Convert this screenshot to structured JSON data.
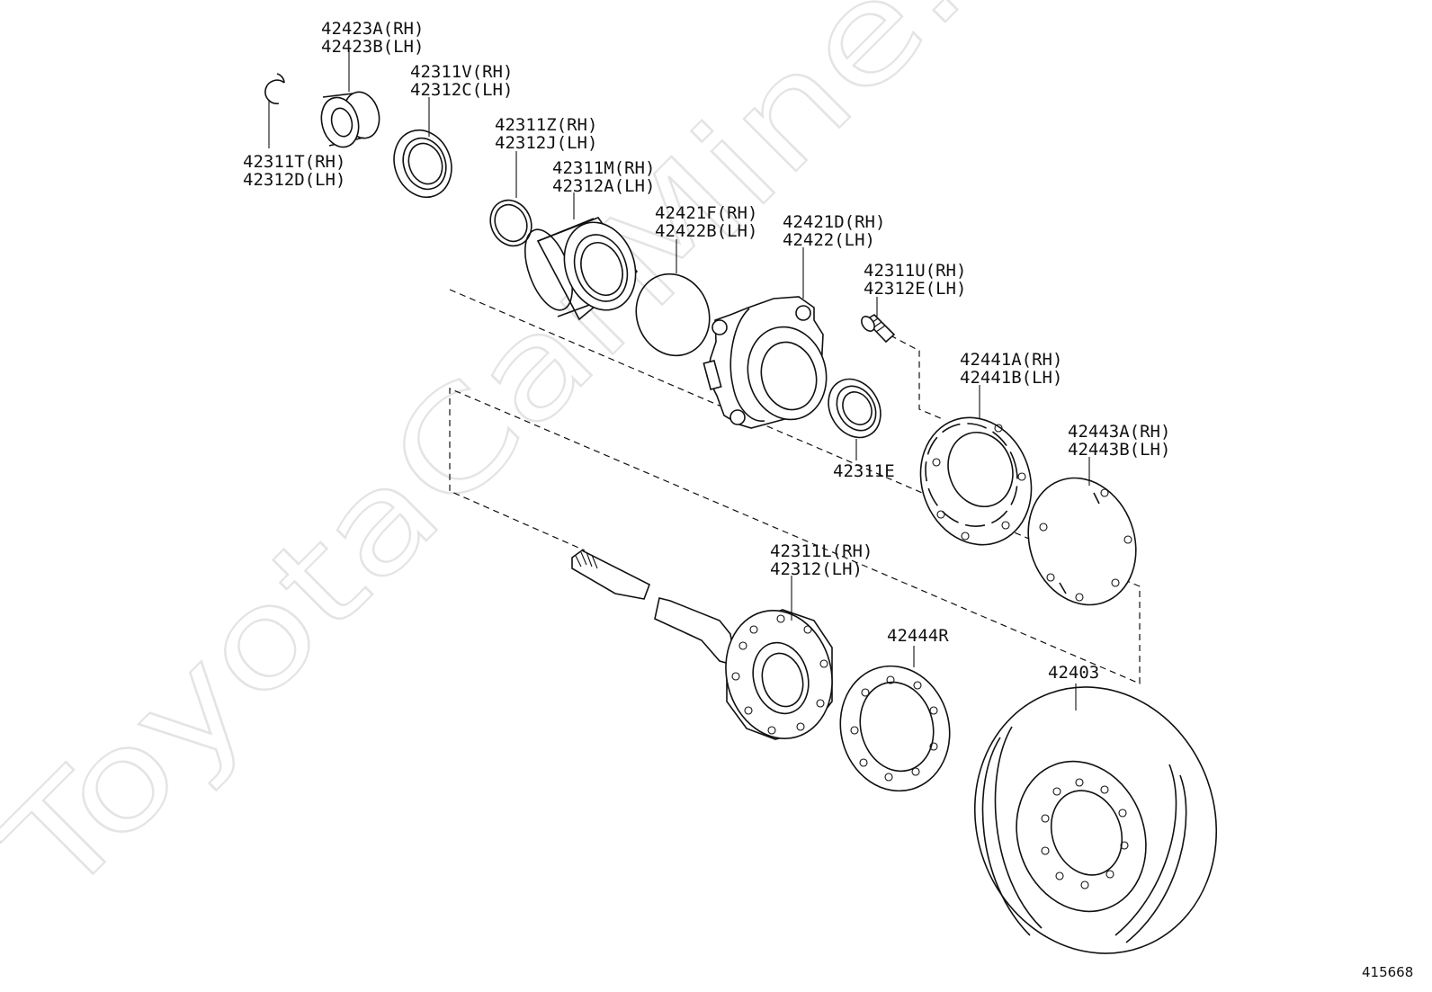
{
  "watermark": "ToyotaCarMine.ru",
  "diagram_id": "415668",
  "parts": {
    "snap_ring": [
      "42311T(RH)",
      "42312D(LH)"
    ],
    "bearing_spacer": [
      "42423A(RH)",
      "42423B(LH)"
    ],
    "oil_seal_outer": [
      "42311V(RH)",
      "42312C(LH)"
    ],
    "ring": [
      "42311Z(RH)",
      "42312J(LH)"
    ],
    "bearing": [
      "42311M(RH)",
      "42312A(LH)"
    ],
    "o_ring": [
      "42421F(RH)",
      "42422B(LH)"
    ],
    "bearing_housing": [
      "42421D(RH)",
      "42422(LH)"
    ],
    "hub_bolt": [
      "42311U(RH)",
      "42312E(LH)"
    ],
    "oil_seal_inner": [
      "42311E"
    ],
    "backing_plate_1": [
      "42441A(RH)",
      "42441B(LH)"
    ],
    "backing_plate_2": [
      "42443A(RH)",
      "42443B(LH)"
    ],
    "axle_shaft": [
      "42311L(RH)",
      "42312(LH)"
    ],
    "gasket": [
      "42444R"
    ],
    "brake_drum": [
      "42403"
    ]
  }
}
